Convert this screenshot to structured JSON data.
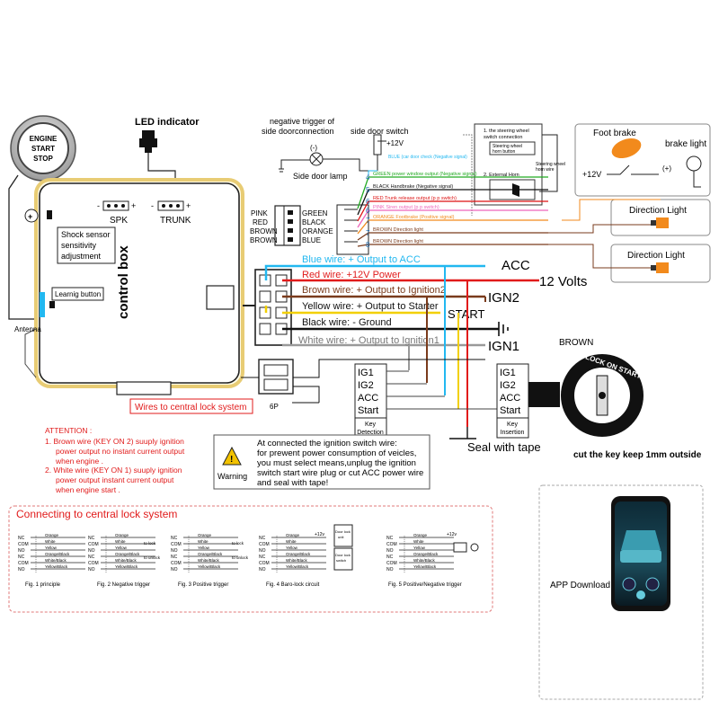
{
  "top": {
    "engine_button": [
      "ENGINE",
      "START",
      "STOP"
    ],
    "led_indicator": "LED indicator",
    "negative_trigger": [
      "negative trigger of",
      "side doorconnection"
    ],
    "side_door_switch": "side door switch",
    "minus": "(-)",
    "plus12v_door": "+12V",
    "side_door_lamp": "Side door lamp",
    "blue_trigger_label": "BLUE  (car door check (Negative signal)",
    "steering_box_title": [
      "1. the steering wheel",
      "switch connection"
    ],
    "steering_horn_button": [
      "Steering wheel",
      "horn button"
    ],
    "steering_horn_wire": [
      "Steering wheel",
      "horn wire"
    ],
    "external_horn": "2. External Horn",
    "foot_brake": "Foot brake",
    "brake_light": "brake light",
    "plus12v_brake": "+12V",
    "plus_sign": "(+)",
    "direction_light_1": "Direction Light",
    "direction_light_2": "Direction Light"
  },
  "box": {
    "title": "control box",
    "spk": "SPK",
    "trunk": "TRUNK",
    "shock_sensor": [
      "Shock sensor",
      "sensitivity",
      "adjustment"
    ],
    "learning_button": "Learnig button",
    "antenna": "Antenna"
  },
  "left_connector": [
    {
      "left": "PINK",
      "right": "GREEN"
    },
    {
      "left": "RED",
      "right": "BLACK"
    },
    {
      "left": "BROWN",
      "right": "ORANGE"
    },
    {
      "left": "BROWN",
      "right": "BLUE"
    }
  ],
  "harness": [
    {
      "num": "4",
      "text": "GREEN  power window output (Negative signal)",
      "color": "#22aa22"
    },
    {
      "num": "5",
      "text": "BLACK  Handbrake (Negative signal)",
      "color": "#111111"
    },
    {
      "num": "6",
      "text": "RED  Trunk release output (p p switch)",
      "color": "#dd1111"
    },
    {
      "num": "6",
      "text": "PINK  Siren output (p p switch)",
      "color": "#ee66bb"
    },
    {
      "num": "7",
      "text": "ORANGE  Footbrake (Positive signal)",
      "color": "#f28a1c"
    },
    {
      "num": "7",
      "text": "BROWN   Direction light",
      "color": "#7a3b1c"
    },
    {
      "num": "8",
      "text": "BROWN   Direction light",
      "color": "#7a3b1c"
    }
  ],
  "power_wires": [
    {
      "label": "Blue wire: + Output to ACC",
      "color": "#22b8f0",
      "target": "ACC"
    },
    {
      "label": "Red wire: +12V Power",
      "color": "#e11b1b",
      "target": "12 Volts"
    },
    {
      "label": "Brown wire: + Output to Ignition2",
      "color": "#7a3b1c",
      "target": "IGN2"
    },
    {
      "label": "Yellow wire: + Output to Starter",
      "color": "#f2d000",
      "target": "START"
    },
    {
      "label": "Black wire: - Ground",
      "color": "#111111",
      "target": ""
    },
    {
      "label": "White wire: + Output to Ignition1",
      "color": "#999999",
      "target": "IGN1"
    }
  ],
  "brown_label": "BROWN",
  "ign_left": [
    "IG1",
    "IG2",
    "ACC",
    "Start"
  ],
  "ign_left_detection": [
    "Key",
    "Detection"
  ],
  "ign_right": [
    "IG1",
    "IG2",
    "ACC",
    "Start"
  ],
  "ign_right_insertion": [
    "Key",
    "Insertion"
  ],
  "seal_with_tape": "Seal with tape",
  "key_note": "cut the key keep 1mm outside",
  "lock_ring_text": "LOCK  ON  START",
  "wires_central_lock": "Wires to central lock system",
  "sixp": "6P",
  "attention": {
    "title": "ATTENTION :",
    "item1": [
      "1. Brown wire (KEY  ON 2) suuply ignition",
      "power output no instant current output",
      "when engine ."
    ],
    "item2": [
      "2. White wire (KEY  ON 1) suuply ignition",
      "power output  instant current output",
      "when engine start ."
    ]
  },
  "warning": {
    "label": "Warning",
    "text": [
      "At connected the ignition switch wire:",
      "for prewent power consumption of veicles,",
      "you must select means,unplug the ignition",
      "switch start wire plug or cut ACC power wire",
      "and seal with tape!"
    ]
  },
  "central_lock": {
    "title": "Connecting to central lock system",
    "figures": [
      "Fig. 1  principle",
      "Fig. 2  Negative trigger",
      "Fig. 3  Positive trigger",
      "Fig. 4  Baro-lock circuit",
      "Fig. 5  Positive/Negative trigger"
    ],
    "pins": [
      "NC",
      "COM",
      "NO",
      "NC",
      "COM",
      "NO"
    ],
    "wires": [
      "Orange",
      "White",
      "Yellow",
      "Orange/Black",
      "White/Black",
      "Yellow/Black"
    ],
    "to_lock": "to lock",
    "to_unlock": "to unlock",
    "door_lock_unit": [
      "Door lock",
      "unit"
    ],
    "door_lock_switch": [
      "Door lock",
      "switch"
    ],
    "plus12v": "+12v"
  },
  "app": {
    "label": "APP Download"
  }
}
